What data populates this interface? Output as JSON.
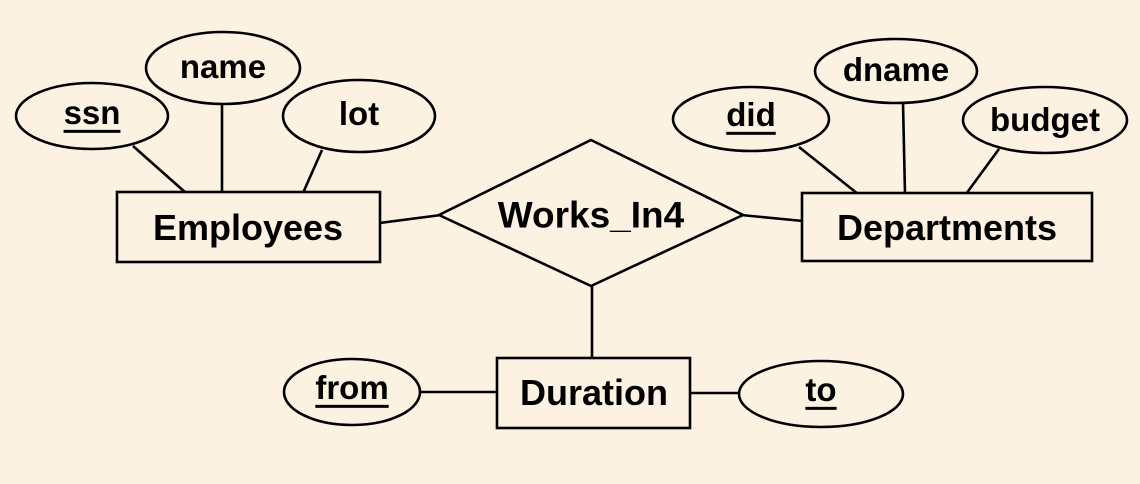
{
  "diagram": {
    "kind": "er-diagram",
    "background_color": "#FCF2E2",
    "line_color": "#000000",
    "entities": [
      {
        "name": "Employees"
      },
      {
        "name": "Departments"
      },
      {
        "name": "Duration"
      }
    ],
    "relationship": {
      "name": "Works_In4",
      "connects": [
        "Employees",
        "Departments"
      ],
      "linked_box": "Duration"
    },
    "attributes": {
      "employees": [
        {
          "name": "ssn",
          "underlined": true
        },
        {
          "name": "name",
          "underlined": false
        },
        {
          "name": "lot",
          "underlined": false
        }
      ],
      "departments": [
        {
          "name": "did",
          "underlined": true
        },
        {
          "name": "dname",
          "underlined": false
        },
        {
          "name": "budget",
          "underlined": false
        }
      ],
      "duration": [
        {
          "name": "from",
          "underlined": true
        },
        {
          "name": "to",
          "underlined": true
        }
      ]
    }
  }
}
